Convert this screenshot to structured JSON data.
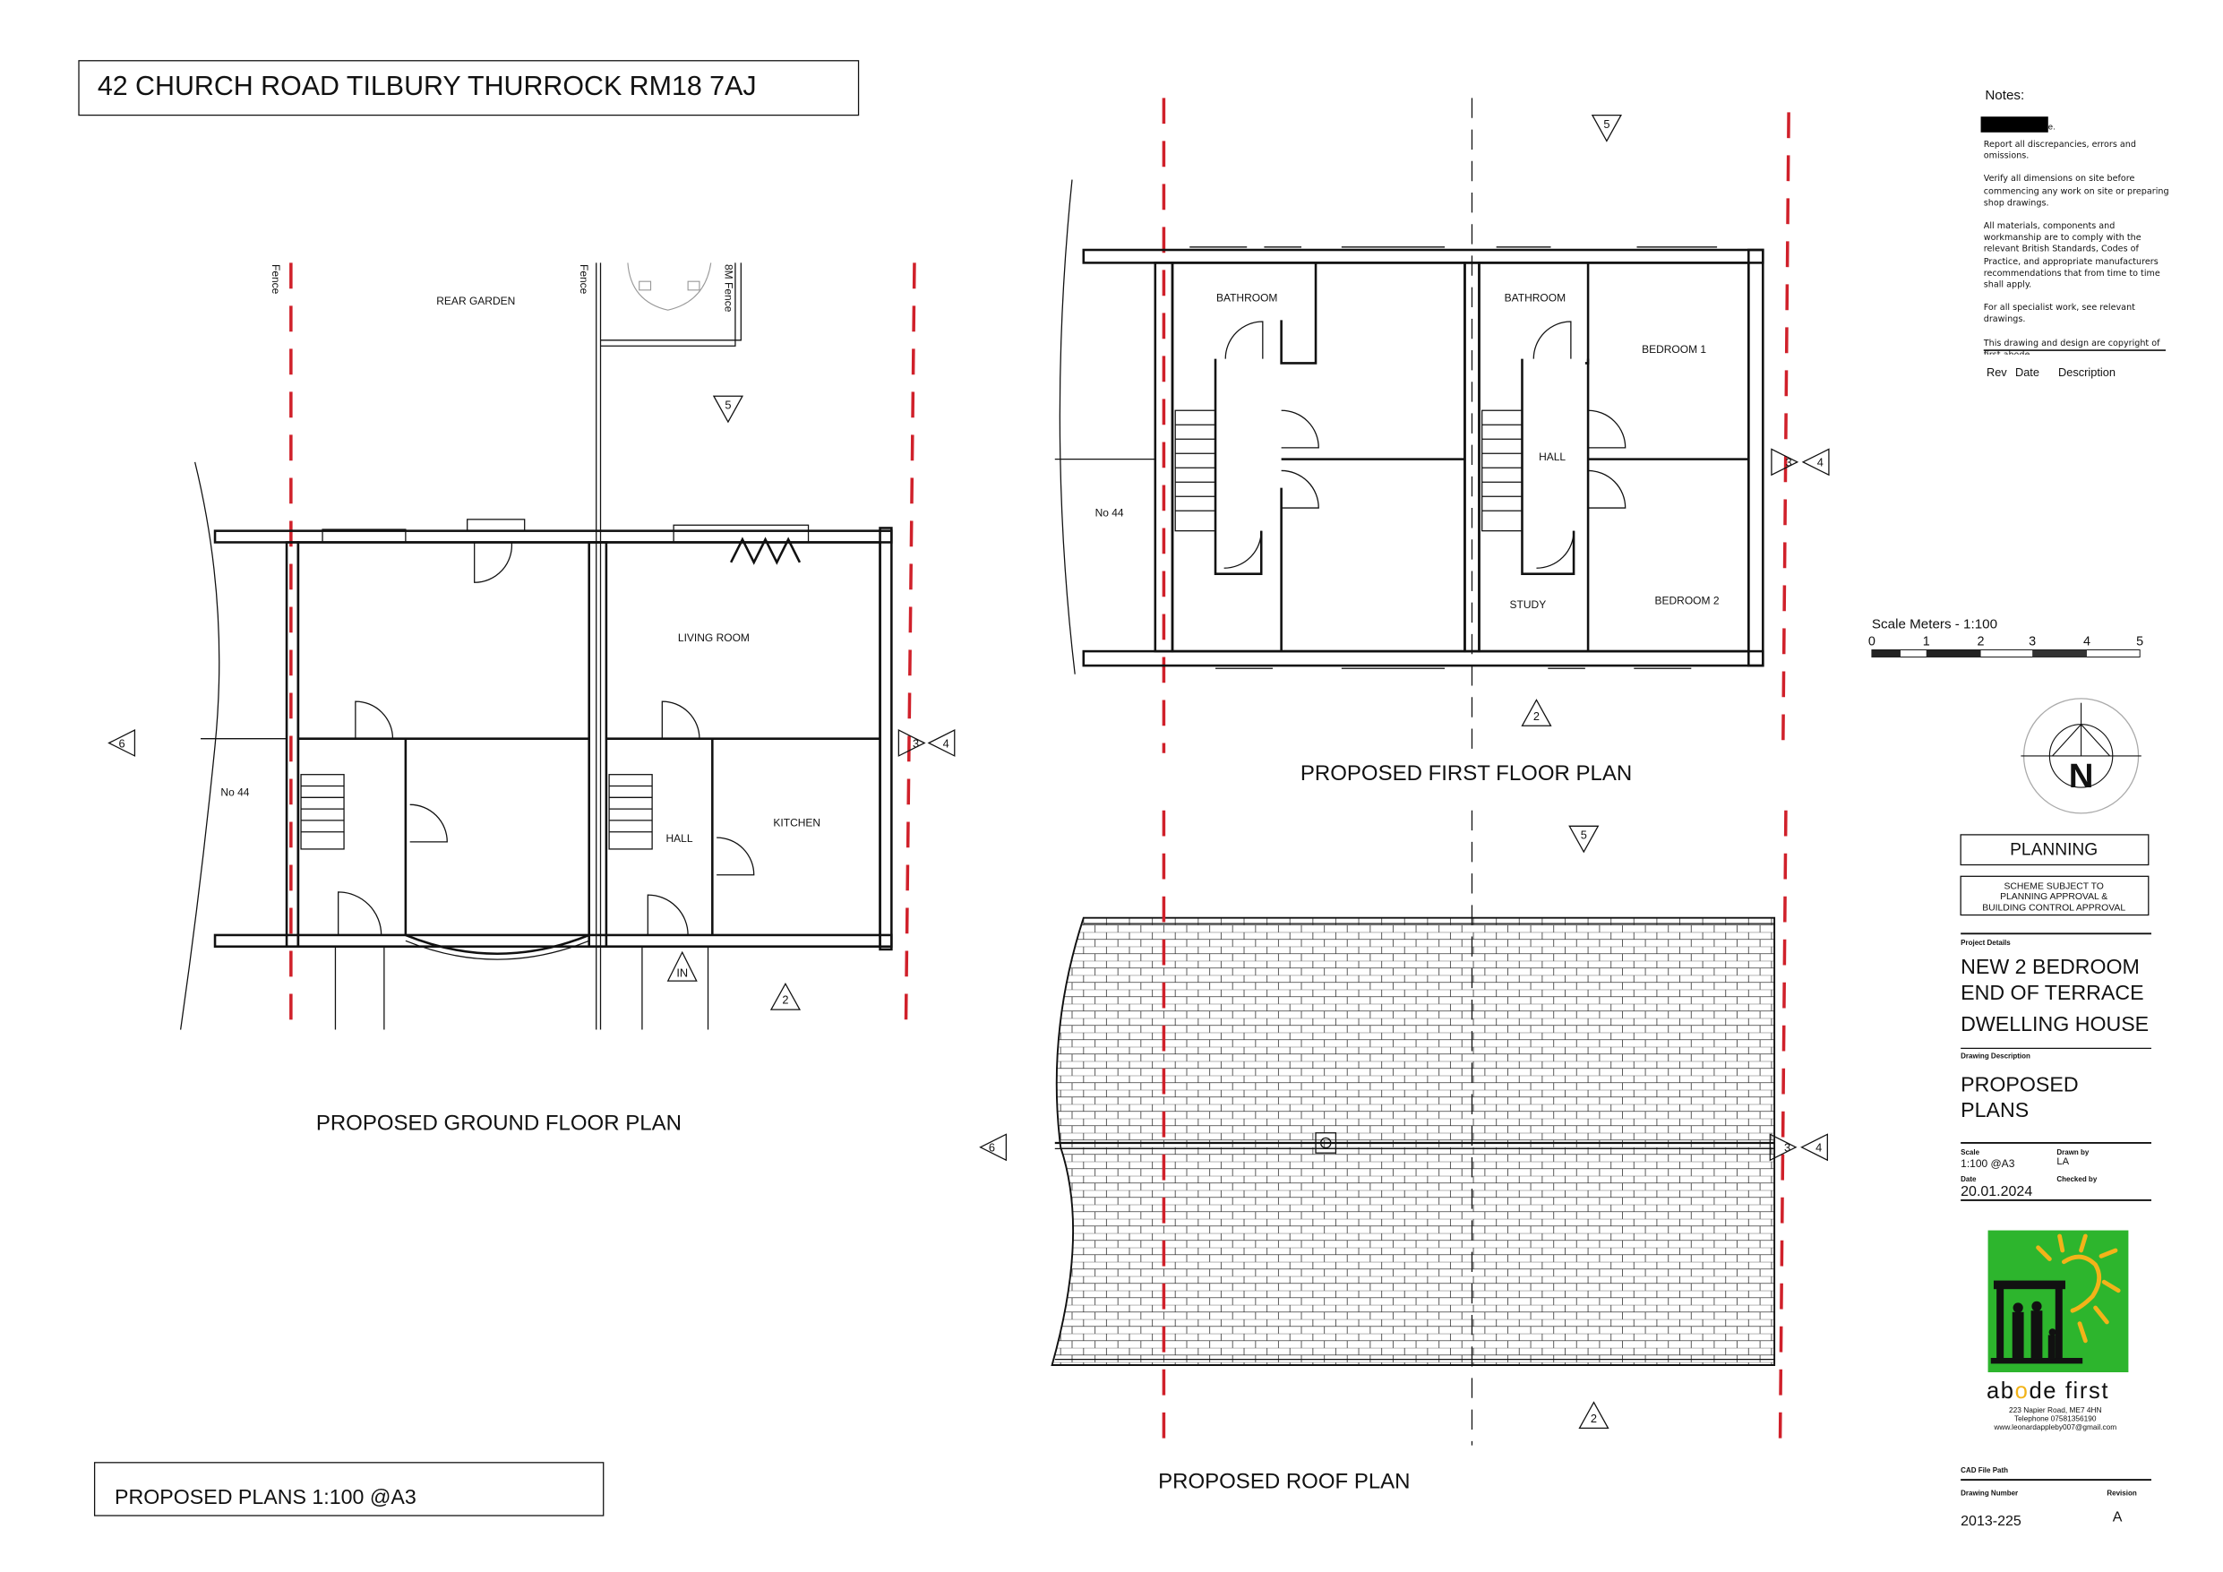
{
  "header": {
    "address": "42 CHURCH ROAD TILBURY THURROCK RM18 7AJ"
  },
  "ground_floor": {
    "title": "PROPOSED GROUND FLOOR PLAN",
    "labels": {
      "rear_garden": "REAR GARDEN",
      "living_room": "LIVING ROOM",
      "kitchen": "KITCHEN",
      "hall": "HALL",
      "neighbour": "No 44",
      "fence_left": "Fence",
      "fence_mid": "Fence",
      "fence_right": "8M Fence",
      "entrance": "IN"
    },
    "markers": {
      "north": "5",
      "west": "6",
      "east_a": "3",
      "east_b": "4",
      "south": "2"
    }
  },
  "first_floor": {
    "title": "PROPOSED FIRST FLOOR PLAN",
    "labels": {
      "bathroom_left": "BATHROOM",
      "bathroom_right": "BATHROOM",
      "bedroom1": "BEDROOM 1",
      "bedroom2": "BEDROOM 2",
      "hall": "HALL",
      "study": "STUDY",
      "neighbour": "No 44"
    },
    "markers": {
      "north": "5",
      "east_a": "3",
      "east_b": "4",
      "south": "2"
    }
  },
  "roof": {
    "title": "PROPOSED ROOF PLAN",
    "markers": {
      "north": "5",
      "west": "6",
      "east_a": "3",
      "east_b": "4",
      "south": "2"
    }
  },
  "notes": {
    "heading": "Notes:",
    "redacted_suffix": "e.",
    "items": [
      "Report all discrepancies, errors and omissions.",
      "Verify all dimensions on site before commencing any work on site or preparing shop drawings.",
      "All materials, components and workmanship are to comply with the relevant British Standards, Codes of Practice, and appropriate manufacturers recommendations that from time to time shall apply.",
      "For all specialist work, see relevant drawings."
    ],
    "copyright": "This drawing and design are copyright of first abode.",
    "rev_headers": [
      "Rev",
      "Date",
      "Description"
    ]
  },
  "scale_bar": {
    "title": "Scale Meters - 1:100",
    "ticks": [
      "0",
      "1",
      "2",
      "3",
      "4",
      "5"
    ]
  },
  "north_arrow": {
    "letter": "N"
  },
  "title_block": {
    "status": "PLANNING",
    "approval": [
      "SCHEME SUBJECT TO",
      "PLANNING APPROVAL &",
      "BUILDING CONTROL APPROVAL"
    ],
    "project_label": "Project Details",
    "project": [
      "NEW 2 BEDROOM",
      "END OF TERRACE",
      "DWELLING HOUSE"
    ],
    "description_label": "Drawing Description",
    "description": [
      "PROPOSED",
      "PLANS"
    ],
    "scale_label": "Scale",
    "scale": "1:100 @A3",
    "drawn_label": "Drawn by",
    "drawn": "LA",
    "date_label": "Date",
    "date": "20.01.2024",
    "checked_label": "Checked by",
    "cad_label": "CAD File Path",
    "drawing_number_label": "Drawing Number",
    "drawing_number": "2013-225",
    "revision_label": "Revision",
    "revision": "A"
  },
  "company": {
    "name_pre": "ab",
    "name_o": "o",
    "name_post": "de first",
    "address": "223 Napier Road, ME7 4HN",
    "telephone": "Telephone 07581356190",
    "web": "www.leonardappleby007@gmail.com",
    "colors": {
      "green": "#2db52d",
      "sun": "#f2b319"
    }
  },
  "footer": {
    "label": "PROPOSED PLANS  1:100 @A3"
  }
}
